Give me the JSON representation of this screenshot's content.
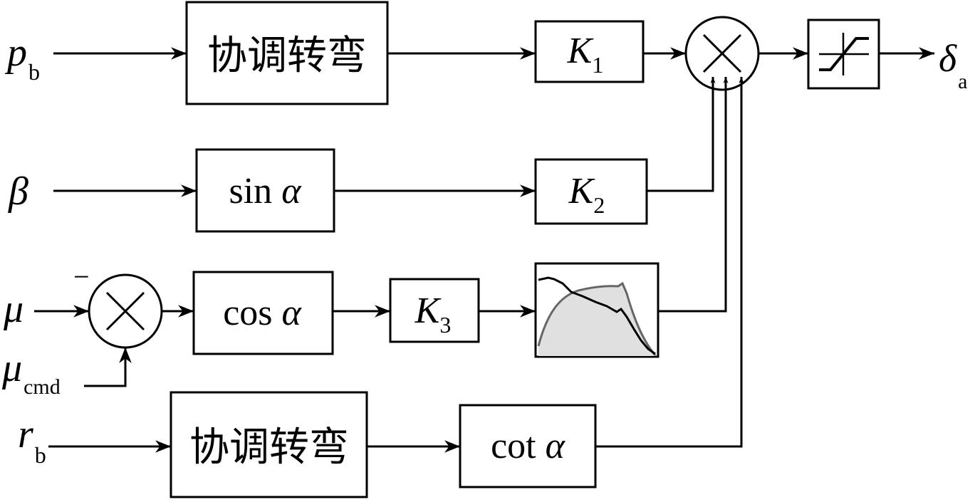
{
  "inputs": {
    "p": {
      "main": "p",
      "sub": "b"
    },
    "beta": {
      "main": "β"
    },
    "mu": {
      "main": "μ",
      "minus": "−"
    },
    "mu_cmd": {
      "main": "μ",
      "sub": "cmd"
    },
    "r": {
      "main": "r",
      "sub": "b"
    }
  },
  "output": {
    "main": "δ",
    "sub": "a"
  },
  "blocks": {
    "coord_top": {
      "label": "协调转弯"
    },
    "coord_bottom": {
      "label": "协调转弯"
    },
    "sin": {
      "fn": "sin ",
      "var": "α"
    },
    "cos": {
      "fn": "cos ",
      "var": "α"
    },
    "cot": {
      "fn": "cot ",
      "var": "α"
    },
    "k1": {
      "main": "K",
      "sub": "1"
    },
    "k2": {
      "main": "K",
      "sub": "2"
    },
    "k3": {
      "main": "K",
      "sub": "3"
    }
  },
  "colors": {
    "line": "#000000",
    "curve_gray": "#666666",
    "fill_area": "#e0e0e0"
  },
  "icons": {
    "multiplier": "multiply-junction-icon",
    "saturation": "saturation-limiter-icon",
    "curve": "nonlinear-curve-icon"
  }
}
